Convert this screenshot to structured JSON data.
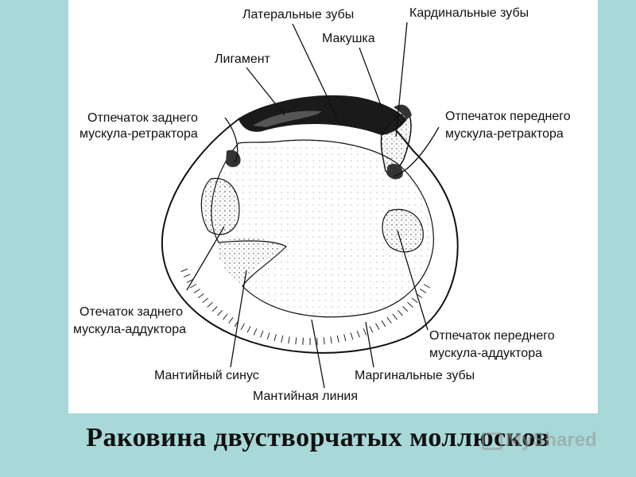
{
  "labels": {
    "lateral_teeth": "Латеральные зубы",
    "cardinal_teeth": "Кардинальные зубы",
    "umbo": "Макушка",
    "ligament": "Лигамент",
    "post_retractor_1": "Отпечаток заднего",
    "post_retractor_2": "мускула-ретрактора",
    "ant_retractor_1": "Отпечаток переднего",
    "ant_retractor_2": "мускула-ретрактора",
    "post_adductor_1": "Отечаток заднего",
    "post_adductor_2": "мускула-аддуктора",
    "ant_adductor_1": "Отпечаток переднего",
    "ant_adductor_2": "мускула-аддуктора",
    "mantle_sinus": "Мантийный синус",
    "marginal_teeth": "Маргинальные зубы",
    "mantle_line": "Мантийная линия"
  },
  "caption": "Раковина двустворчатых моллюсков",
  "watermark": "MyShared",
  "colors": {
    "background": "#a8d8d8",
    "panel": "#ffffff",
    "ink": "#111111"
  }
}
